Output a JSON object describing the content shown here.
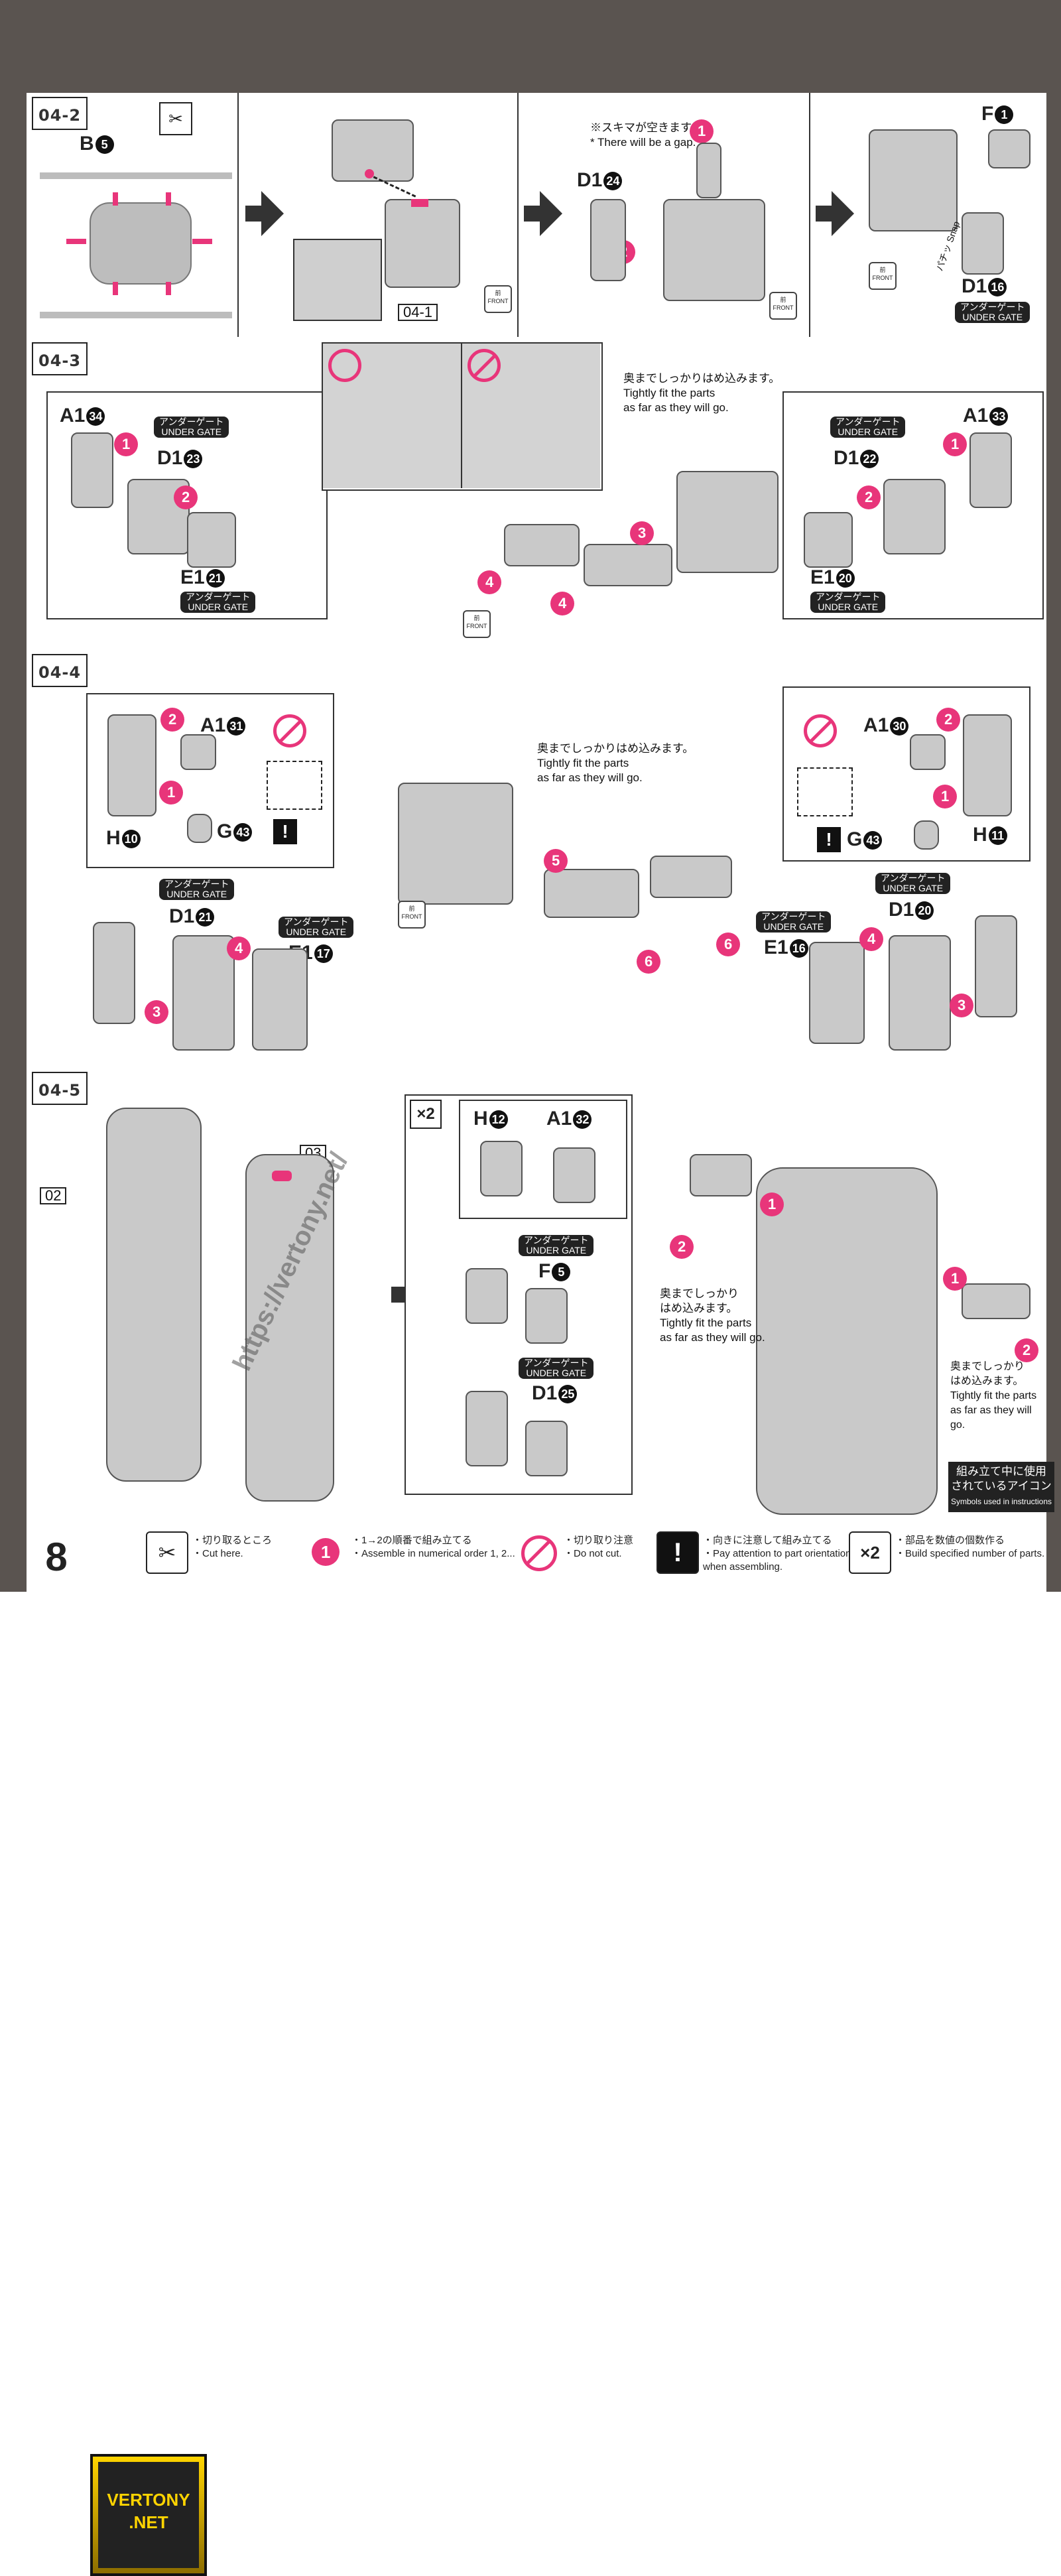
{
  "common": {
    "n1": "1",
    "n2": "2",
    "n3": "3",
    "n4": "4",
    "n5": "5",
    "n6": "6",
    "front_jp": "前",
    "front_en": "FRONT",
    "ug_jp": "アンダーゲート",
    "ug_en": "UNDER GATE",
    "fit_jp": "奥までしっかりはめ込みます。",
    "fit_en1": "Tightly fit the parts",
    "fit_en2": "as far as they will go."
  },
  "step2": {
    "tag_main": "04-",
    "tag_sub": "2",
    "runner_label": "B",
    "runner_num": "5",
    "ref_04_1": "04-1",
    "gap_jp": "※スキマが空きます。",
    "gap_en": "* There will be a gap.",
    "d124_label": "D1",
    "d124_num": "24",
    "f1_label": "F",
    "f1_num": "1",
    "d116_label": "D1",
    "d116_num": "16",
    "snap": "パチッ Snap"
  },
  "step3": {
    "tag_main": "04-",
    "tag_sub": "3",
    "left": {
      "a1_label": "A1",
      "a1_num": "34",
      "d1_label": "D1",
      "d1_num": "23",
      "e1_label": "E1",
      "e1_num": "21"
    },
    "right": {
      "a1_label": "A1",
      "a1_num": "33",
      "d1_label": "D1",
      "d1_num": "22",
      "e1_label": "E1",
      "e1_num": "20"
    }
  },
  "step4": {
    "tag_main": "04-",
    "tag_sub": "4",
    "left": {
      "a1_label": "A1",
      "a1_num": "31",
      "h_label": "H",
      "h_num": "10",
      "g_label": "G",
      "g_num": "43",
      "d1_label": "D1",
      "d1_num": "21",
      "e1_label": "E1",
      "e1_num": "17"
    },
    "right": {
      "a1_label": "A1",
      "a1_num": "30",
      "h_label": "H",
      "h_num": "11",
      "g_label": "G",
      "g_num": "43",
      "d1_label": "D1",
      "d1_num": "20",
      "e1_label": "E1",
      "e1_num": "16"
    }
  },
  "step5": {
    "tag_main": "04-",
    "tag_sub": "5",
    "ref_02": "02",
    "ref_03": "03",
    "watermark_url": "https://vertony.net/",
    "logo_line1": "VERTONY",
    "logo_line2": ".NET",
    "times2": "×2",
    "h12_label": "H",
    "h12_num": "12",
    "a132_label": "A1",
    "a132_num": "32",
    "f5_label": "F",
    "f5_num": "5",
    "d125_label": "D1",
    "d125_num": "25",
    "fit_left_jp1": "奥までしっかり",
    "fit_left_jp2": "はめ込みます。"
  },
  "footer": {
    "page": "8",
    "symbols_jp1": "組み立て中に使用",
    "symbols_jp2": "されているアイコン",
    "symbols_en": "Symbols used in instructions",
    "items": [
      {
        "jp": "・切り取るところ",
        "en": "・Cut here."
      },
      {
        "jp": "・1→2の順番で組み立てる",
        "en": "・Assemble in numerical order 1, 2..."
      },
      {
        "jp": "・切り取り注意",
        "en": "・Do not cut."
      },
      {
        "jp": "・向きに注意して組み立てる",
        "en1": "・Pay attention to part orientation",
        "en2": "when assembling."
      },
      {
        "icon": "×2",
        "jp": "・部品を数値の個数作る",
        "en": "・Build specified number of parts."
      }
    ]
  }
}
